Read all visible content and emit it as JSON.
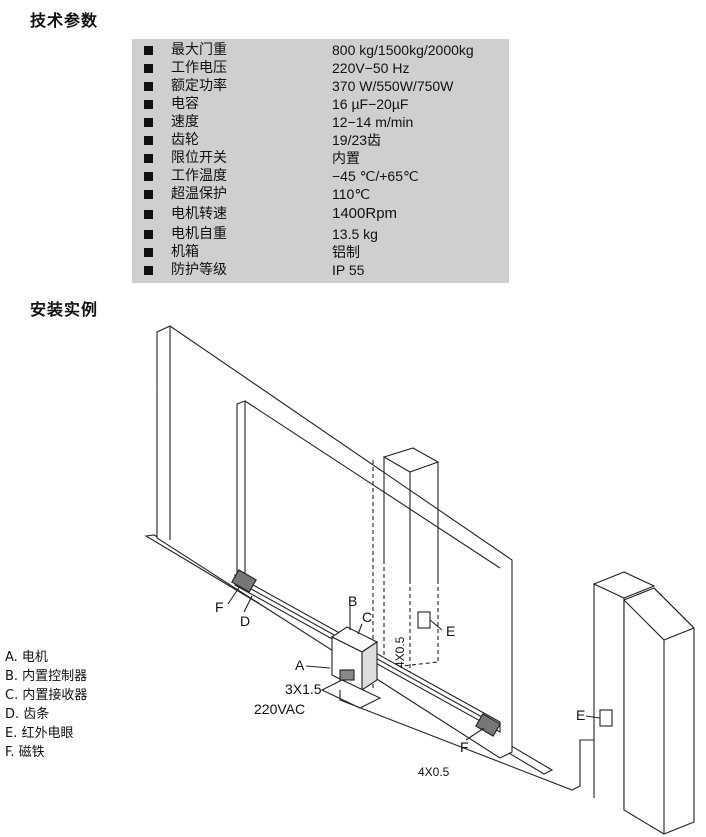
{
  "headings": {
    "specs": "技术参数",
    "install": "安装实例"
  },
  "specs": [
    {
      "label": "最大门重",
      "value": "800 kg/1500kg/2000kg"
    },
    {
      "label": "工作电压",
      "value": "220V−50 Hz"
    },
    {
      "label": "额定功率",
      "value": "370 W/550W/750W"
    },
    {
      "label": "电容",
      "value": "16 µF−20µF"
    },
    {
      "label": "速度",
      "value": "12−14 m/min"
    },
    {
      "label": "齿轮",
      "value": "19/23齿"
    },
    {
      "label": "限位开关",
      "value": "内置"
    },
    {
      "label": "工作温度",
      "value": "−45 ℃/+65℃"
    },
    {
      "label": "超温保护",
      "value": "110℃"
    },
    {
      "label": "电机转速",
      "value": "1400Rpm"
    },
    {
      "label": "电机自重",
      "value": "13.5 kg"
    },
    {
      "label": "机箱",
      "value": "铝制"
    },
    {
      "label": "防护等级",
      "value": "IP 55"
    }
  ],
  "legend": [
    "A. 电机",
    "B. 内置控制器",
    "C. 内置接收器",
    "D. 齿条",
    "E. 红外电眼",
    "F. 磁铁"
  ],
  "diagram_labels": {
    "A": "A",
    "B": "B",
    "C": "C",
    "D": "D",
    "E_post": "E",
    "E_right": "E",
    "F_left": "F",
    "F_right": "F",
    "cable_motor": "3X1.5",
    "voltage": "220VAC",
    "cable_vertical": "4X0.5",
    "cable_bottom": "4X0.5"
  }
}
